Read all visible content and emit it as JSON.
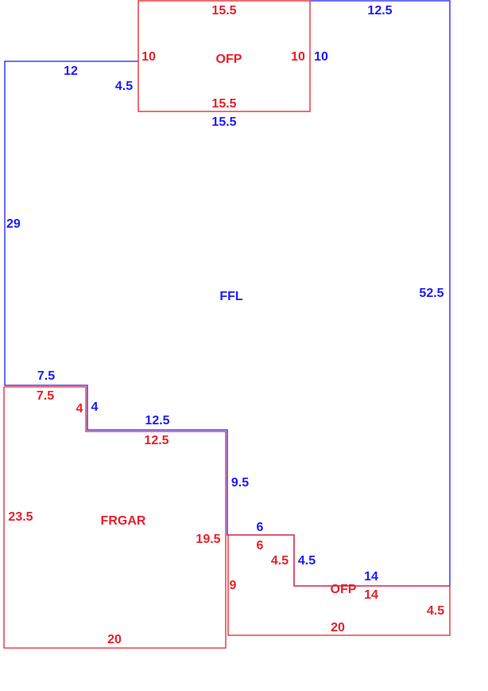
{
  "colors": {
    "living": "#1a1aff",
    "other": "#e8202a"
  },
  "areas": [
    {
      "name": "FFL",
      "color_key": "living",
      "sides": {
        "left": "29",
        "top_left": "12",
        "ofp_notch_left": "4.5",
        "ofp_notch_bottom": "15.5",
        "ofp_notch_right": "10",
        "top_right": "12.5",
        "right": "52.5",
        "bottom_right": "14",
        "step_right": "4.5",
        "step_top": "6",
        "garage_side": "9.5",
        "garage_top": "12.5",
        "garage_notch": "4",
        "garage_left_top": "7.5"
      }
    },
    {
      "name": "OFP",
      "color_key": "other",
      "sides": {
        "top": "15.5",
        "left": "10",
        "right": "10",
        "bottom": "15.5"
      }
    },
    {
      "name": "FRGAR",
      "color_key": "other",
      "sides": {
        "top_left": "7.5",
        "notch": "4",
        "top": "12.5",
        "right": "19.5",
        "bottom": "20",
        "left": "23.5"
      }
    },
    {
      "name": "OFP",
      "color_key": "other",
      "sides": {
        "top": "6",
        "step": "4.5",
        "top_right": "14",
        "right": "4.5",
        "bottom": "20",
        "left": "9"
      }
    }
  ]
}
